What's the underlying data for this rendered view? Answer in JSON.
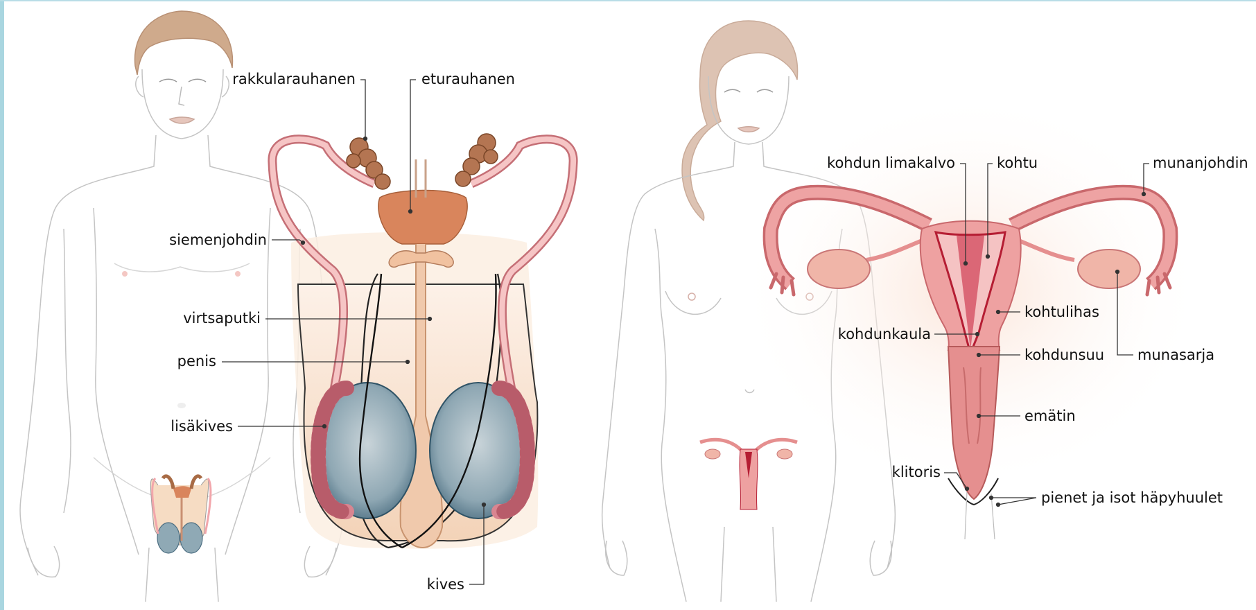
{
  "colors": {
    "outline": "#b9b9b9",
    "skin_hair_male": "#c9a58a",
    "hair_female": "#d9bfae",
    "vas": "#f2a6ab",
    "vesicle": "#a86b45",
    "prostate": "#d9855c",
    "testis": "#8fa9b5",
    "epididymis": "#d98590",
    "scrotum": "#f6dcc3",
    "uterus": "#eea1a1",
    "uterus_dark": "#b51d33",
    "vagina": "#e58f8f",
    "ovary": "#f0b5a8",
    "leader": "#333333",
    "accent_bar": "#a9d6e0"
  },
  "male_labels": {
    "seminal_vesicle": "rakkularauhanen",
    "prostate": "eturauhanen",
    "vas_deferens": "siemenjohdin",
    "urethra": "virtsaputki",
    "penis": "penis",
    "epididymis": "lisäkives",
    "testis": "kives"
  },
  "female_labels": {
    "endometrium": "kohdun limakalvo",
    "uterus": "kohtu",
    "fallopian_tube": "munanjohdin",
    "myometrium": "kohtulihas",
    "cervix": "kohdunkaula",
    "cervical_os": "kohdunsuu",
    "ovary": "munasarja",
    "vagina": "emätin",
    "clitoris": "klitoris",
    "labia": "pienet ja isot häpyhuulet"
  }
}
